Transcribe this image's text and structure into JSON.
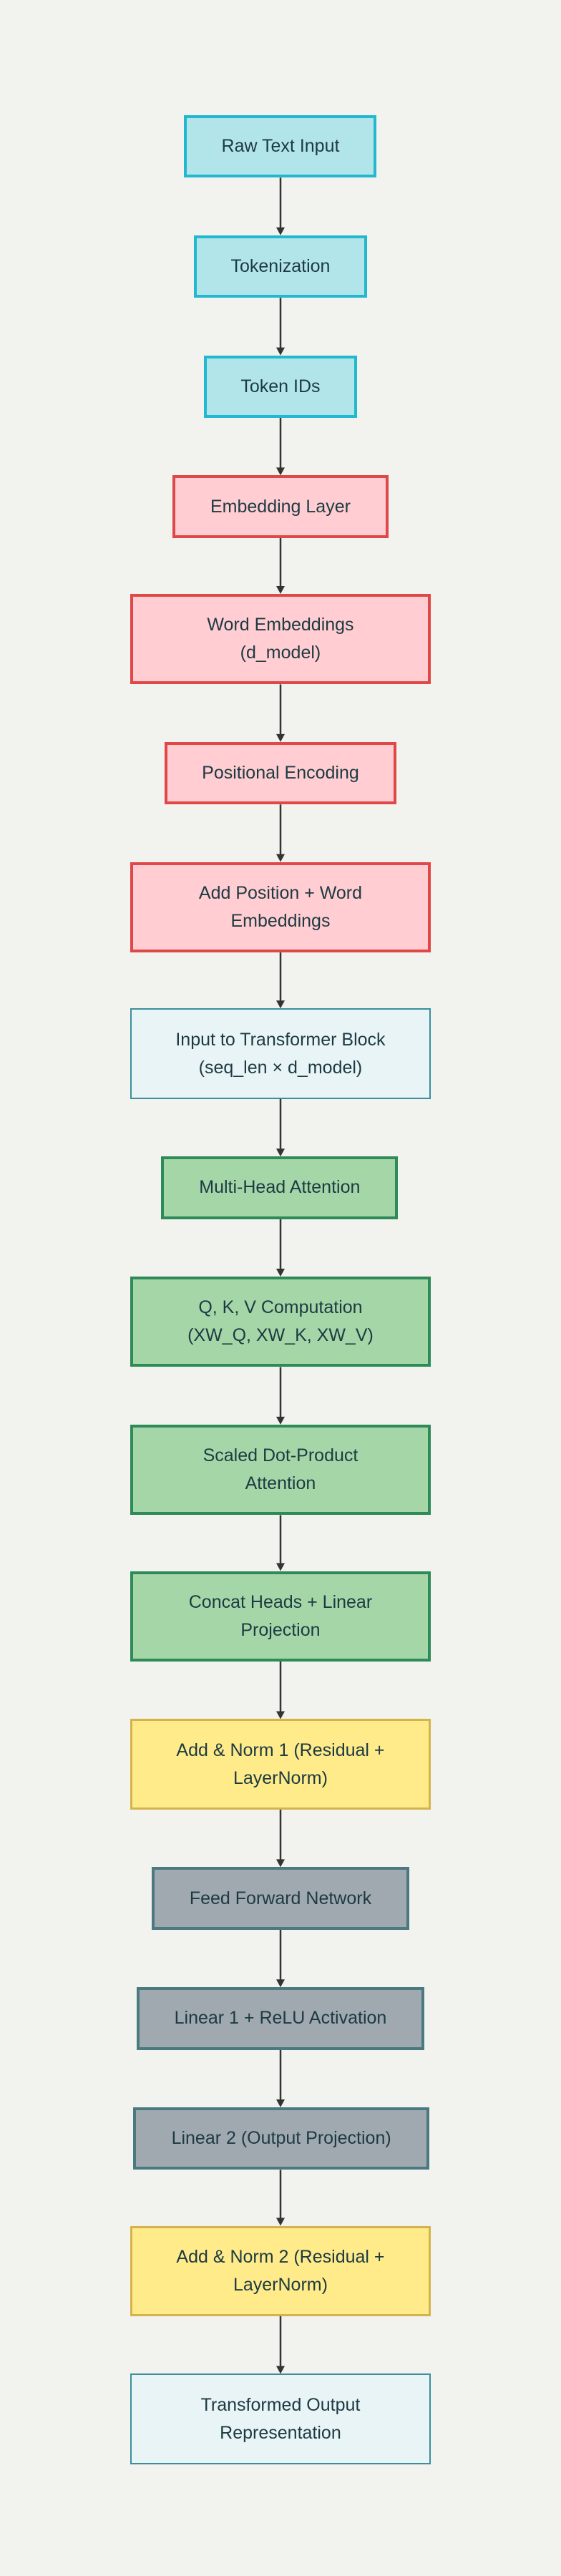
{
  "diagram": {
    "nodes": [
      {
        "label": "Raw Text Input",
        "style": "cyan"
      },
      {
        "label": "Tokenization",
        "style": "cyan"
      },
      {
        "label": "Token IDs",
        "style": "cyan"
      },
      {
        "label": "Embedding Layer",
        "style": "red"
      },
      {
        "label": "Word Embeddings\n(d_model)",
        "style": "red"
      },
      {
        "label": "Positional Encoding",
        "style": "red"
      },
      {
        "label": "Add Position + Word\nEmbeddings",
        "style": "red"
      },
      {
        "label": "Input to Transformer Block\n(seq_len × d_model)",
        "style": "light"
      },
      {
        "label": "Multi-Head Attention",
        "style": "green"
      },
      {
        "label": "Q, K, V Computation\n(XW_Q, XW_K, XW_V)",
        "style": "green"
      },
      {
        "label": "Scaled Dot-Product\nAttention",
        "style": "green"
      },
      {
        "label": "Concat Heads + Linear\nProjection",
        "style": "green"
      },
      {
        "label": "Add & Norm 1 (Residual +\nLayerNorm)",
        "style": "yellow"
      },
      {
        "label": "Feed Forward Network",
        "style": "grey"
      },
      {
        "label": "Linear 1 + ReLU Activation",
        "style": "grey"
      },
      {
        "label": "Linear 2 (Output Projection)",
        "style": "grey"
      },
      {
        "label": "Add & Norm 2 (Residual +\nLayerNorm)",
        "style": "yellow"
      },
      {
        "label": "Transformed Output\nRepresentation",
        "style": "light"
      }
    ],
    "edges": [
      [
        0,
        1
      ],
      [
        1,
        2
      ],
      [
        2,
        3
      ],
      [
        3,
        4
      ],
      [
        4,
        5
      ],
      [
        5,
        6
      ],
      [
        6,
        7
      ],
      [
        7,
        8
      ],
      [
        8,
        9
      ],
      [
        9,
        10
      ],
      [
        10,
        11
      ],
      [
        11,
        12
      ],
      [
        12,
        13
      ],
      [
        13,
        14
      ],
      [
        14,
        15
      ],
      [
        15,
        16
      ],
      [
        16,
        17
      ]
    ],
    "colors": {
      "background": "#f2f3ee",
      "arrow": "#333333",
      "text": "#1d3a42"
    }
  }
}
